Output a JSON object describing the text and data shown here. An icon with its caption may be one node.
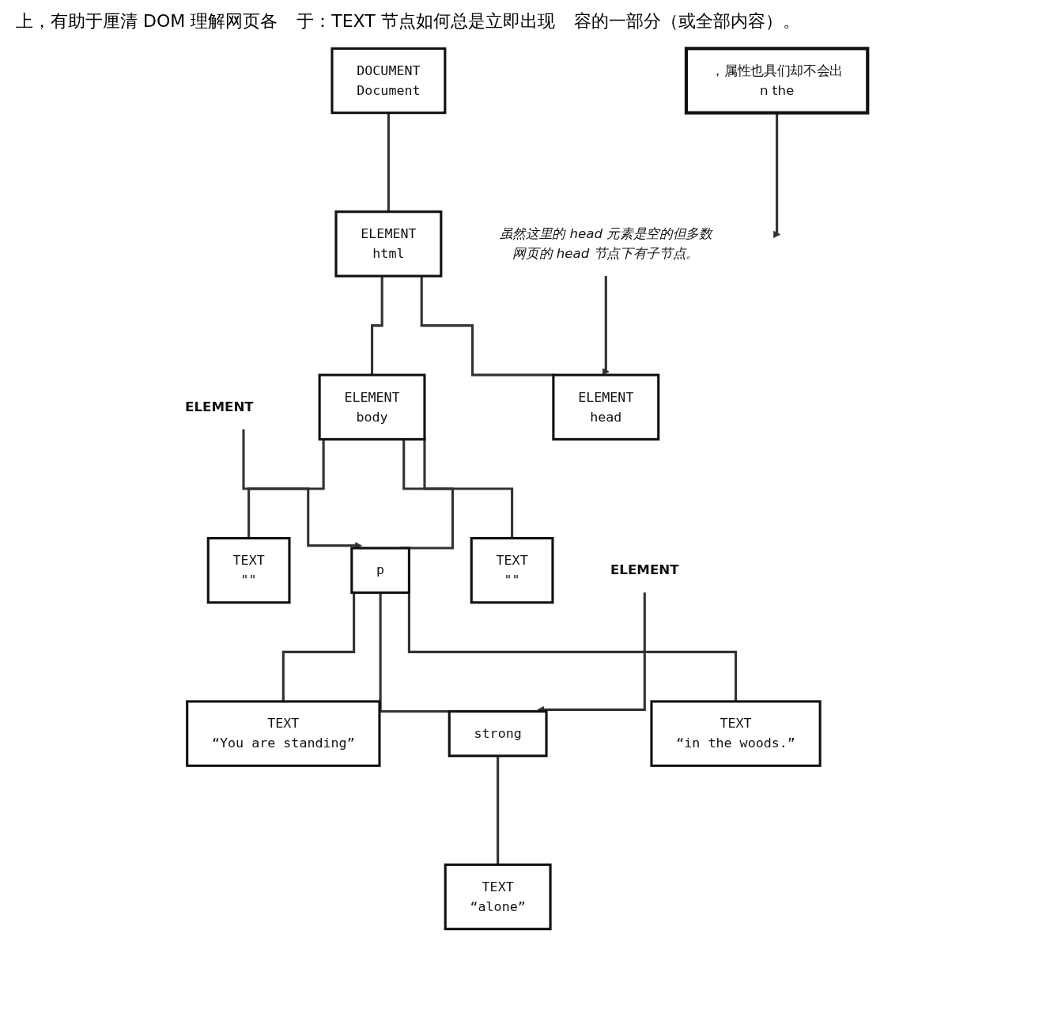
{
  "diagram": {
    "nodes": [
      {
        "text": [
          "DOCUMENT",
          "Document"
        ]
      },
      {
        "text": [
          "ELEMENT",
          "html"
        ]
      },
      {
        "text": [
          "ELEMENT",
          "body"
        ]
      },
      {
        "text": [
          "ELEMENT",
          "head"
        ]
      },
      {
        "text": [
          "，属性也具们却不会出",
          "n the"
        ]
      },
      {
        "text": [
          "ELEMENT"
        ]
      },
      {
        "text": [
          "TEXT",
          "\"\""
        ]
      },
      {
        "text": [
          "p"
        ]
      },
      {
        "text": [
          "TEXT",
          "\"\""
        ]
      },
      {
        "text": [
          "TEXT",
          "“You are standing”"
        ]
      },
      {
        "text": [
          "strong"
        ]
      },
      {
        "text": [
          "TEXT",
          "“in the woods.”"
        ]
      },
      {
        "text": [
          "ELEMENT"
        ]
      },
      {
        "text": [
          "TEXT",
          "“alone”"
        ]
      },
      {
        "text": [
          "虽然这里的 head 元素是空的但多数网页的 head 节点下有子节点。"
        ]
      }
    ],
    "edges": [
      {
        "from": 0,
        "to": 1,
        "arrow": "none"
      },
      {
        "from": 1,
        "to": 2,
        "arrow": "none"
      },
      {
        "from": 1,
        "to": 3,
        "arrow": "none"
      },
      {
        "from": 4,
        "to": null,
        "arrow": "to"
      },
      {
        "from": 5,
        "to": 7,
        "arrow": "to"
      },
      {
        "from": 2,
        "to": 6,
        "arrow": "none"
      },
      {
        "from": 2,
        "to": 7,
        "arrow": "none"
      },
      {
        "from": 2,
        "to": 8,
        "arrow": "none"
      },
      {
        "from": 7,
        "to": 9,
        "arrow": "none"
      },
      {
        "from": 7,
        "to": 10,
        "arrow": "none"
      },
      {
        "from": 7,
        "to": 11,
        "arrow": "none"
      },
      {
        "from": 12,
        "to": 10,
        "arrow": "to"
      },
      {
        "from": 10,
        "to": 13,
        "arrow": "none"
      },
      {
        "from": 14,
        "to": 3,
        "arrow": "to"
      }
    ],
    "labels": [
      "上，有助于厘清 DOM 理解网页各",
      "于：TEXT 节点如何总是立即出现",
      "容的一部分（或全部内容）。"
    ]
  }
}
